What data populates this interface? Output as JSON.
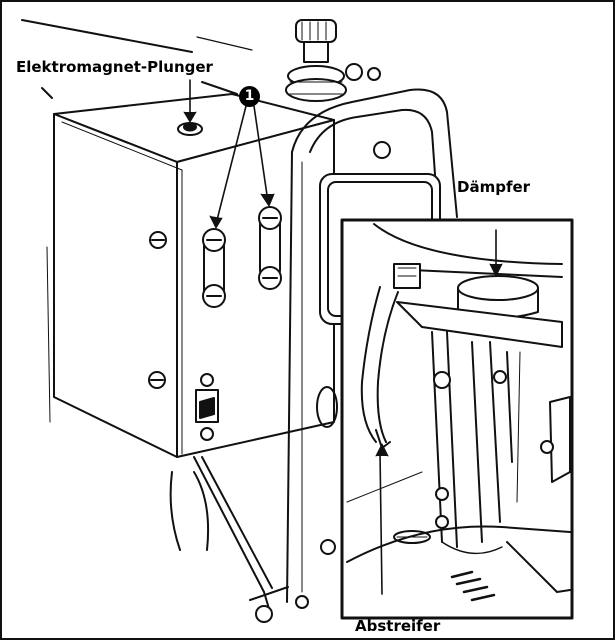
{
  "labels": {
    "plunger": "Elektromagnet-Plunger",
    "daempfer": "Dämpfer",
    "abstreifer": "Abstreifer",
    "callout_number": "1"
  },
  "colors": {
    "line": "#111111",
    "background": "#ffffff",
    "callout_fill": "#000000",
    "callout_text": "#ffffff"
  }
}
